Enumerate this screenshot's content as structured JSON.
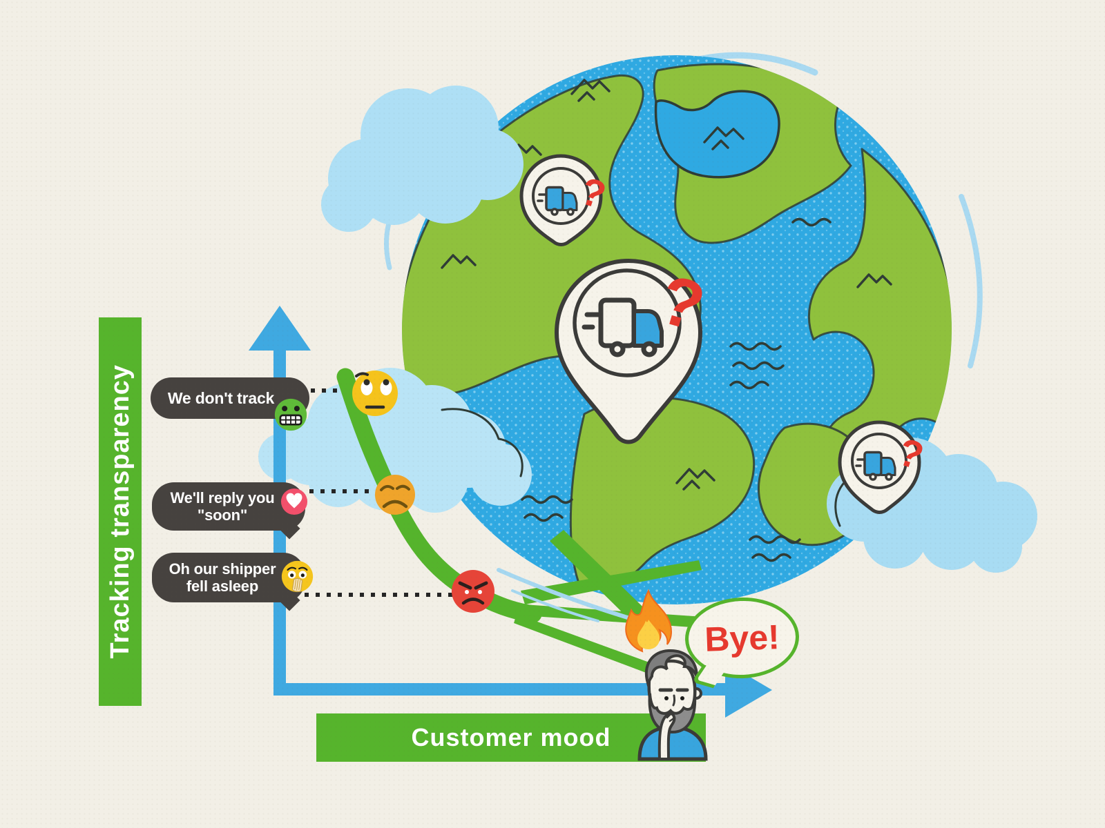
{
  "scene": {
    "y_axis_label": "Tracking transparency",
    "x_axis_label": "Customer mood",
    "bye_text": "Bye!",
    "question_mark": "?"
  },
  "callouts": [
    {
      "line1": "We don't track",
      "icon": "grimacing-face-emoji"
    },
    {
      "line1": "We'll reply you",
      "line2": "\"soon\"",
      "icon": "heart-like-badge"
    },
    {
      "line1": "Oh our shipper",
      "line2": "fell asleep",
      "icon": "hand-over-mouth-emoji"
    }
  ],
  "mood_curve_icons": [
    {
      "icon": "eye-rolling-face",
      "color": "#f5c31c"
    },
    {
      "icon": "disappointed-face",
      "color": "#efa42b"
    },
    {
      "icon": "angry-face",
      "color": "#e64438"
    },
    {
      "icon": "fire",
      "color": "#f6911e"
    }
  ],
  "map": {
    "pin_count": 3,
    "pin_icon": "delivery-truck",
    "status_icon": "red-question-mark"
  },
  "colors": {
    "background": "#f2efe6",
    "accent_green": "#56b42c",
    "axis_blue": "#3fa9e1",
    "callout_dark": "#46423f",
    "alert_red": "#e6392e",
    "globe_water": "#2fa9e2",
    "globe_land": "#8fc13d",
    "cloud_blue": "#aedff5"
  },
  "chart_data": {
    "type": "line",
    "title": "",
    "xlabel": "Customer mood",
    "ylabel": "Tracking transparency",
    "trend": "decreasing",
    "points": [
      {
        "annotation": "We don't track",
        "mood_icon": "eye-rolling-face",
        "transparency": "high"
      },
      {
        "annotation": "We'll reply you \"soon\"",
        "mood_icon": "disappointed-face",
        "transparency": "medium"
      },
      {
        "annotation": "Oh our shipper fell asleep",
        "mood_icon": "angry-face",
        "transparency": "low"
      },
      {
        "annotation": "Bye!",
        "mood_icon": "fire",
        "transparency": "none"
      }
    ]
  }
}
